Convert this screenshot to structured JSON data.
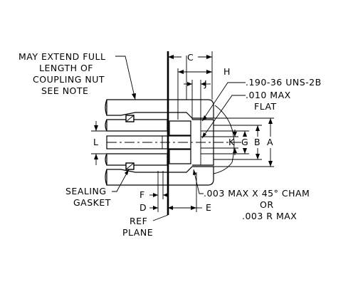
{
  "labels": {
    "extend_note": [
      "MAY EXTEND FULL",
      "LENGTH OF",
      "COUPLING NUT",
      "SEE NOTE"
    ],
    "thread": ".190-36 UNS-2B",
    "flat": [
      ".010 MAX",
      "FLAT"
    ],
    "cham": [
      ".003 MAX X 45° CHAM",
      "OR",
      ".003 R MAX"
    ],
    "gasket": [
      "SEALING",
      "GASKET"
    ],
    "ref_plane": [
      "REF",
      "PLANE"
    ],
    "dim_c": "C",
    "dim_h": "H",
    "dim_j": "J",
    "dim_l": "L",
    "dim_k": "K",
    "dim_g": "G",
    "dim_b": "B",
    "dim_a": "A",
    "dim_f": "F",
    "dim_d": "D",
    "dim_e": "E"
  }
}
